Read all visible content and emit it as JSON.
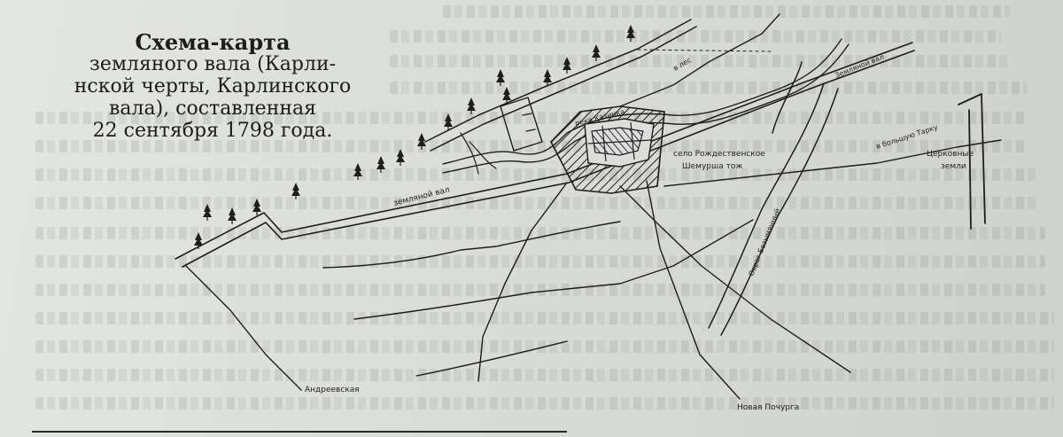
{
  "title": {
    "main": "Схема-карта",
    "lines": [
      "земляного вала (Карли-",
      "нской черты, Карлинского",
      "вала), составленная",
      "22 сентября 1798 года."
    ]
  },
  "map_labels": {
    "earth_wall": "земляной вал",
    "earth_wall_ne": "Земляной вал",
    "river": "река Казинка",
    "forest": "в лес",
    "village": "село Рождественское",
    "village_sub": "Шемурша тож",
    "to_tarky": "в большую Тарку",
    "church_lands_1": "Церковные",
    "church_lands_2": "земли",
    "ravine": "Овраг Безымянный",
    "andreevskaya": "Андреевская",
    "novaya_pochurga": "Новая Почурга"
  },
  "colors": {
    "ink": "#1e1e1e",
    "paper": "#dcdedb"
  }
}
